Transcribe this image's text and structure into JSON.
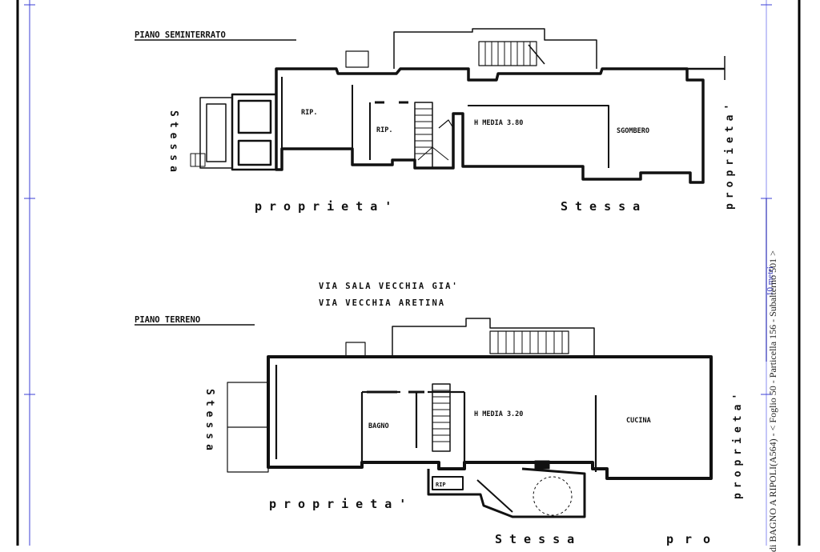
{
  "floors": {
    "basement_title": "PIANO SEMINTERRATO",
    "ground_title": "PIANO TERRENO"
  },
  "rooms": {
    "rip1": "RIP.",
    "rip2": "RIP.",
    "h_media_basement": "H MEDIA 3.80",
    "sgombero": "SGOMBERO",
    "bagno": "BAGNO",
    "h_media_ground": "H MEDIA 3.20",
    "cucina": "CUCINA",
    "rip_small": "RIP"
  },
  "street": {
    "line1": "VIA SALA VECCHIA GIA'",
    "line2": "VIA VECCHIA ARETINA"
  },
  "property_labels": {
    "left_vertical_top": "Stessa",
    "left_vertical_bottom": "Stessa",
    "top_bottom_left": "proprieta'",
    "top_bottom_right": "Stessa",
    "right_vertical_top": "proprieta'",
    "ground_bottom_left": "proprieta'",
    "ground_bottom_right": "Stessa",
    "ground_right_vertical": "proprieta'",
    "ground_bottom_far_right": "pro"
  },
  "side_stamp": "di BAGNO A RIPOLI(A564) - < Foglio 50 - Particella 156 - Subalterno 501 >",
  "scale_label": "10 metri",
  "colors": {
    "ink": "#111111",
    "frame_blue": "#3b3fd6",
    "guide_blue": "#8a8ef0"
  }
}
